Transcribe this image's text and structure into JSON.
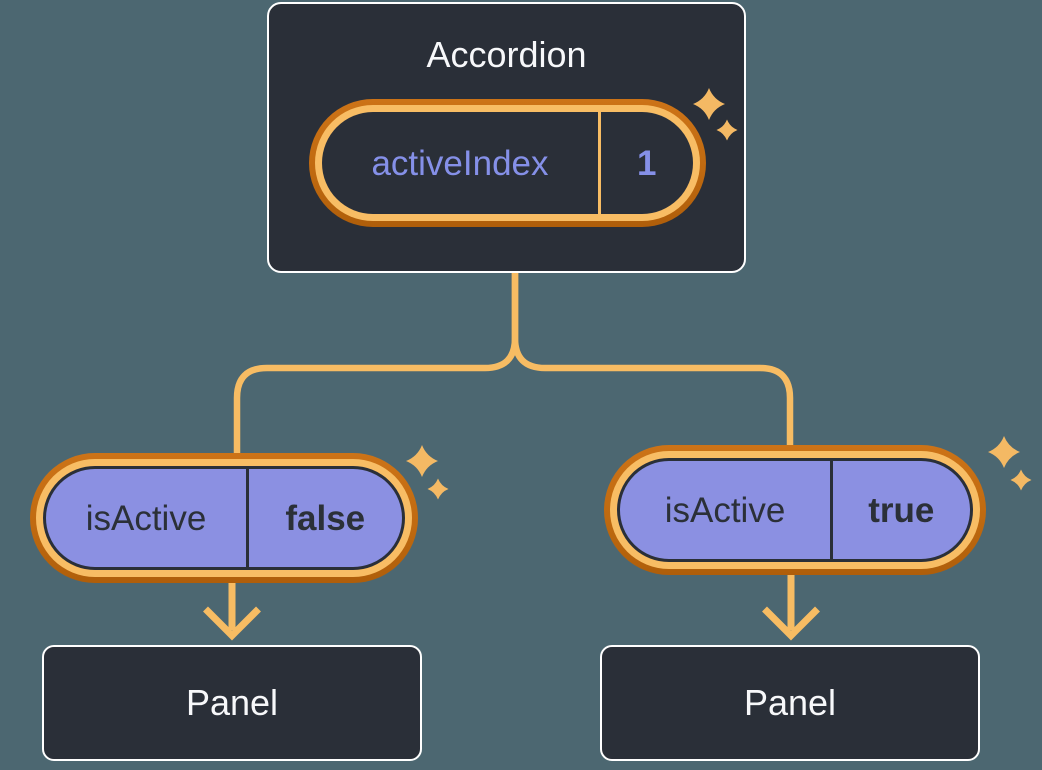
{
  "colors": {
    "background": "#4C6771",
    "box_fill": "#2A2F38",
    "box_border": "#FFFFFF",
    "title_text": "#F7F8FA",
    "pill_purple_fill": "#8B90E2",
    "state_text_purple": "#8590E8",
    "prop_text_dark": "#2B3038",
    "ring_light_orange": "#F8BD64",
    "ring_dark_orange": "#C06A10",
    "connector_orange": "#F7BC63",
    "sparkle_orange": "#F4B964"
  },
  "accordion": {
    "title": "Accordion",
    "state": {
      "name": "activeIndex",
      "value": "1"
    }
  },
  "children": [
    {
      "prop_name": "isActive",
      "prop_value": "false",
      "panel_title": "Panel"
    },
    {
      "prop_name": "isActive",
      "prop_value": "true",
      "panel_title": "Panel"
    }
  ]
}
